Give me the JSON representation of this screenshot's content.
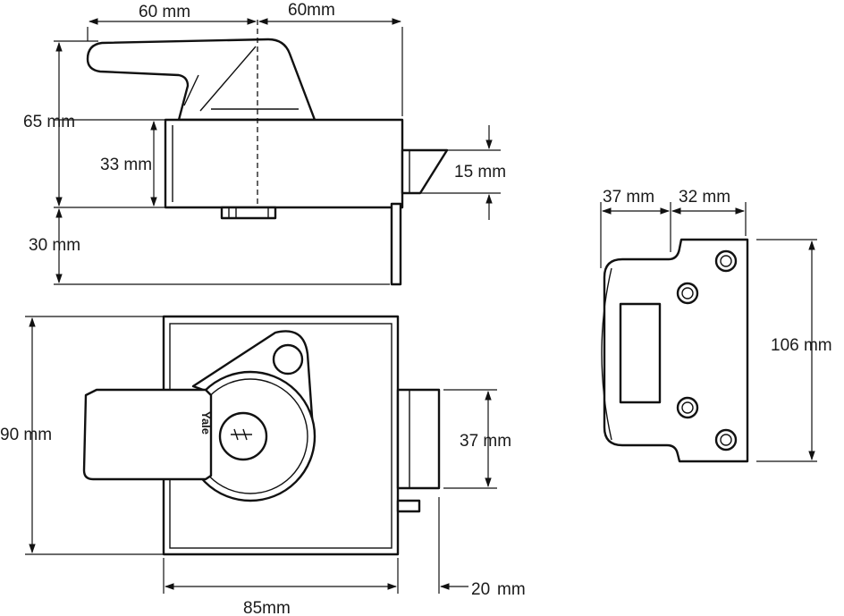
{
  "dimensions": {
    "top_width_left": "60 mm",
    "top_width_right": "60mm",
    "total_height": "65 mm",
    "body_height": "33 mm",
    "bolt_height": "15 mm",
    "bottom_offset": "30 mm",
    "front_height": "90 mm",
    "front_bolt": "37 mm",
    "front_width": "85mm",
    "front_depth_value": "20",
    "front_depth_unit": "mm",
    "keep_width_left": "37 mm",
    "keep_width_right": "32 mm",
    "keep_height": "106 mm"
  },
  "brand": "Yale"
}
